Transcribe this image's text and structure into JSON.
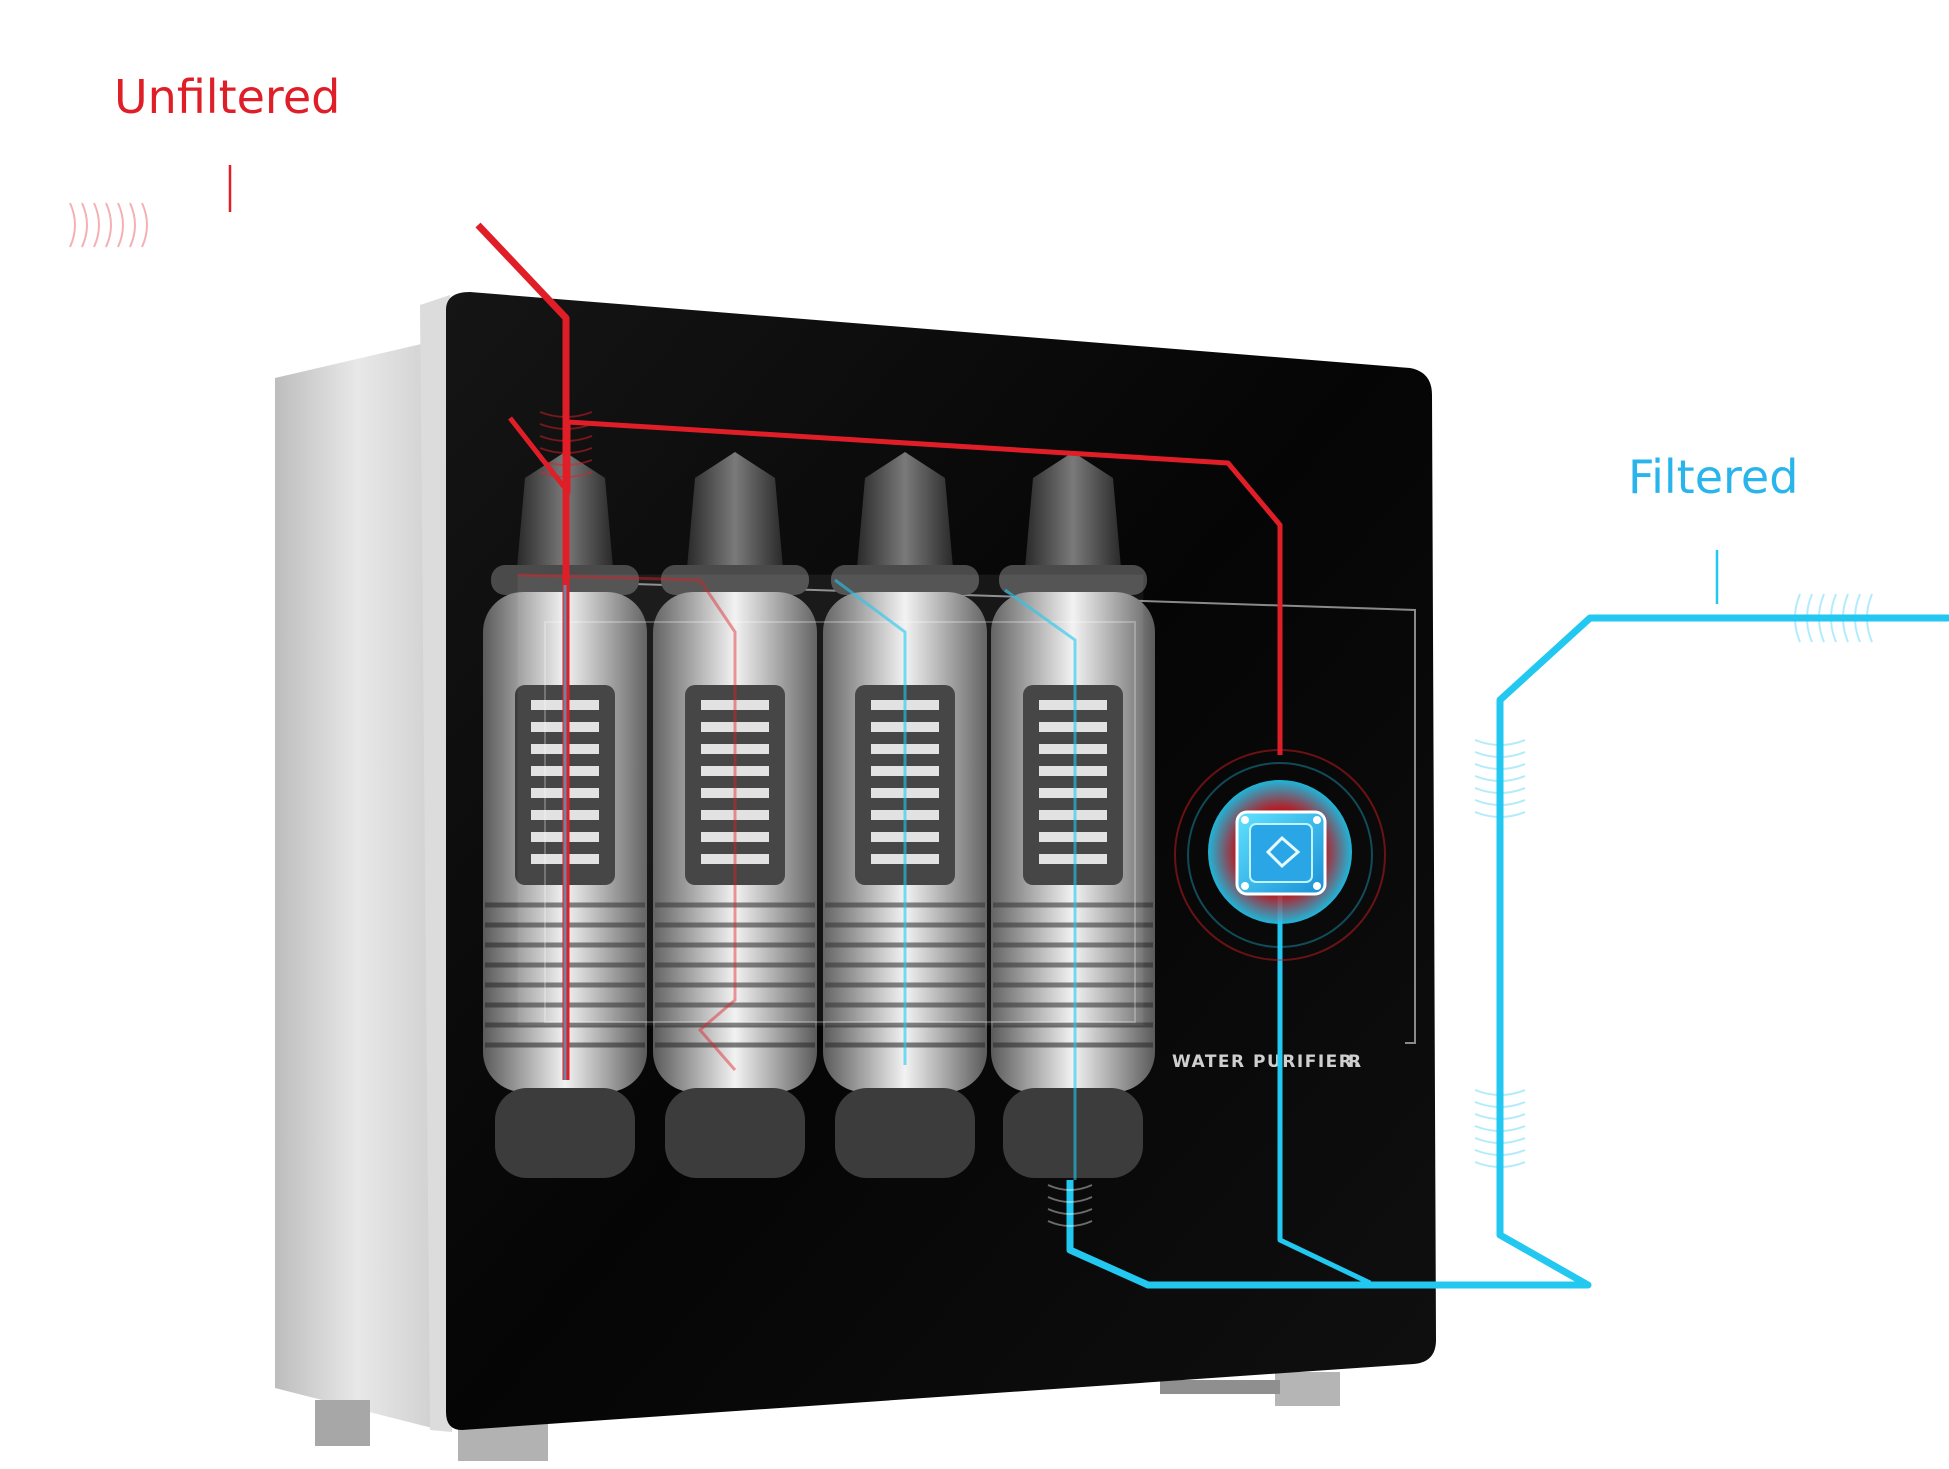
{
  "labels": {
    "unfiltered": "Unfiltered",
    "filtered": "Filtered"
  },
  "device": {
    "brand_text": "WATER PURIFIER.",
    "logo_text": "R"
  },
  "colors": {
    "unfiltered": "#e01e28",
    "filtered": "#22c8f0",
    "filtered_label": "#2ab4ec",
    "cabinet_front": "#060606",
    "cabinet_side": "#d9d9d9",
    "brand_text": "#cfcfcf"
  },
  "icons": {
    "filter_core": "water-filter-chip-icon"
  },
  "filter_cartridges": 4
}
